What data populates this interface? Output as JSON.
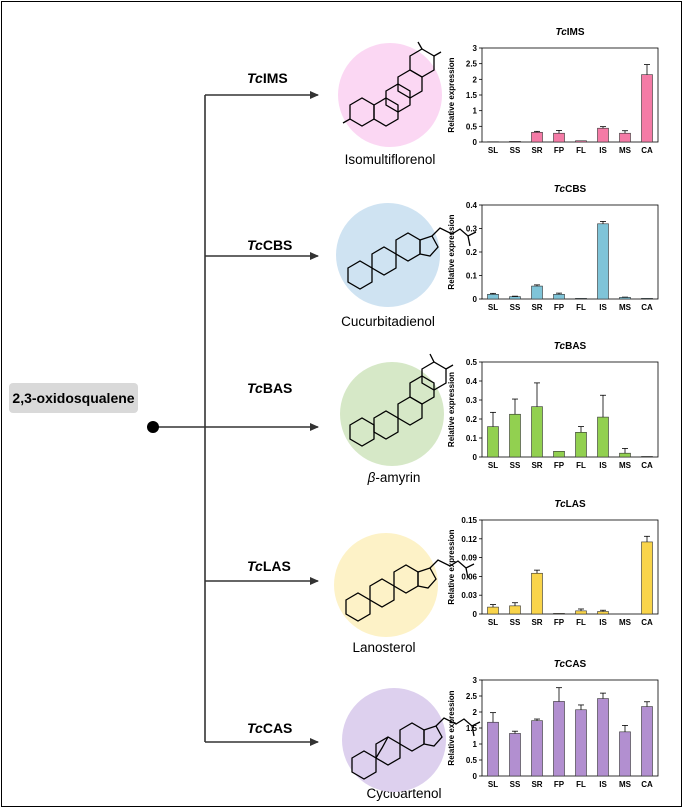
{
  "substrate": "2,3-oxidosqualene",
  "colors": {
    "line": "#000000",
    "substrate_box": "#d9d9d9"
  },
  "pathways": [
    {
      "enzyme_prefix": "Tc",
      "enzyme_suffix": "IMS",
      "product": "Isomultiflorenol",
      "product_italic_prefix": "",
      "circle_color": "#fbd7f3",
      "bar_color": "#f47ba6"
    },
    {
      "enzyme_prefix": "Tc",
      "enzyme_suffix": "CBS",
      "product": "Cucurbitadienol",
      "product_italic_prefix": "",
      "circle_color": "#cfe3f2",
      "bar_color": "#7fc4d8"
    },
    {
      "enzyme_prefix": "Tc",
      "enzyme_suffix": "BAS",
      "product": "-amyrin",
      "product_italic_prefix": "β",
      "circle_color": "#d6e8c7",
      "bar_color": "#92d050"
    },
    {
      "enzyme_prefix": "Tc",
      "enzyme_suffix": "LAS",
      "product": "Lanosterol",
      "product_italic_prefix": "",
      "circle_color": "#fdf2c7",
      "bar_color": "#f9d44a"
    },
    {
      "enzyme_prefix": "Tc",
      "enzyme_suffix": "CAS",
      "product": "Cycloartenol",
      "product_italic_prefix": "",
      "circle_color": "#ddd0ee",
      "bar_color": "#b28fd0"
    }
  ],
  "chart_data": [
    {
      "type": "bar",
      "title_prefix": "Tc",
      "title_suffix": "IMS",
      "ylabel": "Relative expression",
      "categories": [
        "SL",
        "SS",
        "SR",
        "FP",
        "FL",
        "IS",
        "MS",
        "CA"
      ],
      "values": [
        0.01,
        0.02,
        0.31,
        0.28,
        0.04,
        0.44,
        0.28,
        2.15
      ],
      "errors": [
        0.0,
        0.0,
        0.03,
        0.09,
        0.0,
        0.05,
        0.08,
        0.32
      ],
      "ylim": [
        0,
        3
      ],
      "yticks": [
        "0",
        "0.5",
        "1",
        "1.5",
        "2",
        "2.5",
        "3"
      ],
      "ytick_values": [
        0,
        0.5,
        1,
        1.5,
        2,
        2.5,
        3
      ]
    },
    {
      "type": "bar",
      "title_prefix": "Tc",
      "title_suffix": "CBS",
      "ylabel": "Relative expression",
      "categories": [
        "SL",
        "SS",
        "SR",
        "FP",
        "FL",
        "IS",
        "MS",
        "CA"
      ],
      "values": [
        0.02,
        0.01,
        0.055,
        0.02,
        0.003,
        0.32,
        0.007,
        0.003
      ],
      "errors": [
        0.004,
        0.002,
        0.005,
        0.005,
        0.0,
        0.01,
        0.001,
        0.0
      ],
      "ylim": [
        0,
        0.4
      ],
      "yticks": [
        "0",
        "0.1",
        "0.2",
        "0.3",
        "0.4"
      ],
      "ytick_values": [
        0,
        0.1,
        0.2,
        0.3,
        0.4
      ]
    },
    {
      "type": "bar",
      "title_prefix": "Tc",
      "title_suffix": "BAS",
      "ylabel": "Relative expression",
      "categories": [
        "SL",
        "SS",
        "SR",
        "FP",
        "FL",
        "IS",
        "MS",
        "CA"
      ],
      "values": [
        0.16,
        0.225,
        0.265,
        0.03,
        0.13,
        0.21,
        0.02,
        0.003
      ],
      "errors": [
        0.075,
        0.08,
        0.125,
        0.0,
        0.03,
        0.115,
        0.025,
        0.0
      ],
      "ylim": [
        0,
        0.5
      ],
      "yticks": [
        "0",
        "0.1",
        "0.2",
        "0.3",
        "0.4",
        "0.5"
      ],
      "ytick_values": [
        0,
        0.1,
        0.2,
        0.3,
        0.4,
        0.5
      ]
    },
    {
      "type": "bar",
      "title_prefix": "Tc",
      "title_suffix": "LAS",
      "ylabel": "Relative expression",
      "categories": [
        "SL",
        "SS",
        "SR",
        "FP",
        "FL",
        "IS",
        "MS",
        "CA"
      ],
      "values": [
        0.011,
        0.013,
        0.065,
        0.001,
        0.005,
        0.004,
        0.0,
        0.115
      ],
      "errors": [
        0.004,
        0.005,
        0.005,
        0.0,
        0.003,
        0.002,
        0.0,
        0.009
      ],
      "ylim": [
        0,
        0.15
      ],
      "yticks": [
        "0",
        "0.03",
        "0.06",
        "0.09",
        "0.12",
        "0.15"
      ],
      "ytick_values": [
        0,
        0.03,
        0.06,
        0.09,
        0.12,
        0.15
      ]
    },
    {
      "type": "bar",
      "title_prefix": "Tc",
      "title_suffix": "CAS",
      "ylabel": "Relative expression",
      "categories": [
        "SL",
        "SS",
        "SR",
        "FP",
        "FL",
        "IS",
        "MS",
        "CA"
      ],
      "values": [
        1.68,
        1.33,
        1.73,
        2.33,
        2.07,
        2.42,
        1.38,
        2.17
      ],
      "errors": [
        0.3,
        0.07,
        0.05,
        0.43,
        0.15,
        0.17,
        0.2,
        0.15
      ],
      "ylim": [
        0,
        3
      ],
      "yticks": [
        "0",
        "0.5",
        "1",
        "1.5",
        "2",
        "2.5",
        "3"
      ],
      "ytick_values": [
        0,
        0.5,
        1,
        1.5,
        2,
        2.5,
        3
      ]
    }
  ]
}
